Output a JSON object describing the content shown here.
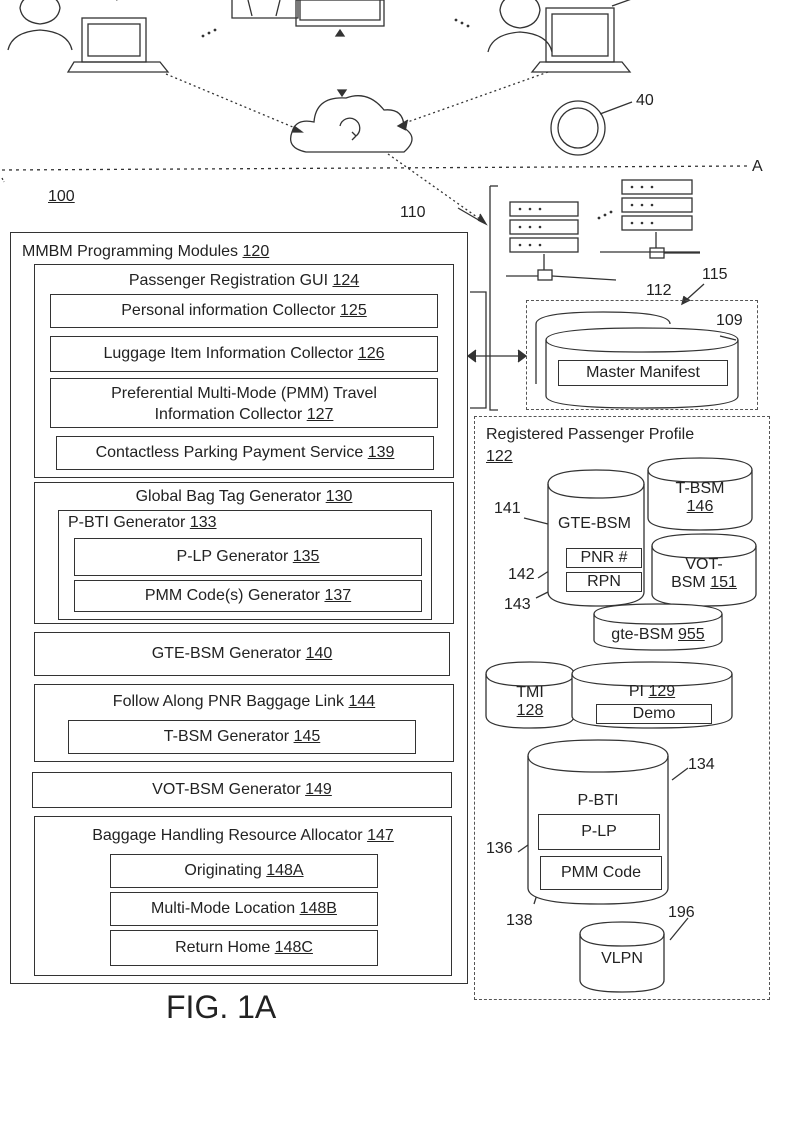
{
  "refs": {
    "system": "100",
    "network_node": "110",
    "server_link": "112",
    "db_group": "115",
    "token": "40",
    "line_A": "A",
    "master_db": "109",
    "gte_bsm": "141",
    "pnr_ref": "142",
    "rpn_ref": "143",
    "pbti_db": "134",
    "plp_ref": "136",
    "pmm_ref": "138",
    "vlpn_db": "196"
  },
  "modules": {
    "title": "MMBM Programming Modules",
    "title_num": "120",
    "registration": {
      "title": "Passenger Registration GUI",
      "title_num": "124",
      "items": [
        {
          "text": "Personal information Collector",
          "num": "125"
        },
        {
          "text": "Luggage Item Information Collector",
          "num": "126"
        },
        {
          "text": "Preferential Multi-Mode (PMM) Travel",
          "text2": "Information Collector",
          "num": "127"
        },
        {
          "text": "Contactless Parking Payment Service",
          "num": "139"
        }
      ]
    },
    "bag_tag": {
      "title": "Global Bag Tag Generator",
      "title_num": "130",
      "pbti_title": "P-BTI Generator",
      "pbti_num": "133",
      "items": [
        {
          "text": "P-LP Generator",
          "num": "135"
        },
        {
          "text": "PMM Code(s) Generator",
          "num": "137"
        }
      ]
    },
    "gte": {
      "text": "GTE-BSM Generator",
      "num": "140"
    },
    "follow": {
      "title": "Follow Along PNR Baggage Link",
      "title_num": "144",
      "item": {
        "text": "T-BSM Generator",
        "num": "145"
      }
    },
    "vot": {
      "text": "VOT-BSM Generator",
      "num": "149"
    },
    "handling": {
      "title": "Baggage Handling Resource Allocator",
      "title_num": "147",
      "items": [
        {
          "text": "Originating",
          "num": "148A"
        },
        {
          "text": "Multi-Mode Location",
          "num": "148B"
        },
        {
          "text": "Return Home",
          "num": "148C"
        }
      ]
    }
  },
  "master_manifest": "Master Manifest",
  "profile": {
    "title": "Registered Passenger Profile",
    "title_num": "122",
    "gte_label": "GTE-BSM",
    "pnr": "PNR #",
    "rpn": "RPN",
    "tbsm": "T-BSM",
    "tbsm_num": "146",
    "vot1": "VOT-",
    "vot2": "BSM",
    "vot_num": "151",
    "gte_small": "gte-BSM",
    "gte_small_num": "955",
    "tmi": "TMI",
    "tmi_num": "128",
    "pi": "PI",
    "pi_num": "129",
    "demo": "Demo",
    "pbti": "P-BTI",
    "plp": "P-LP",
    "pmm_code": "PMM Code",
    "vlpn": "VLPN"
  },
  "caption": "FIG. 1A"
}
